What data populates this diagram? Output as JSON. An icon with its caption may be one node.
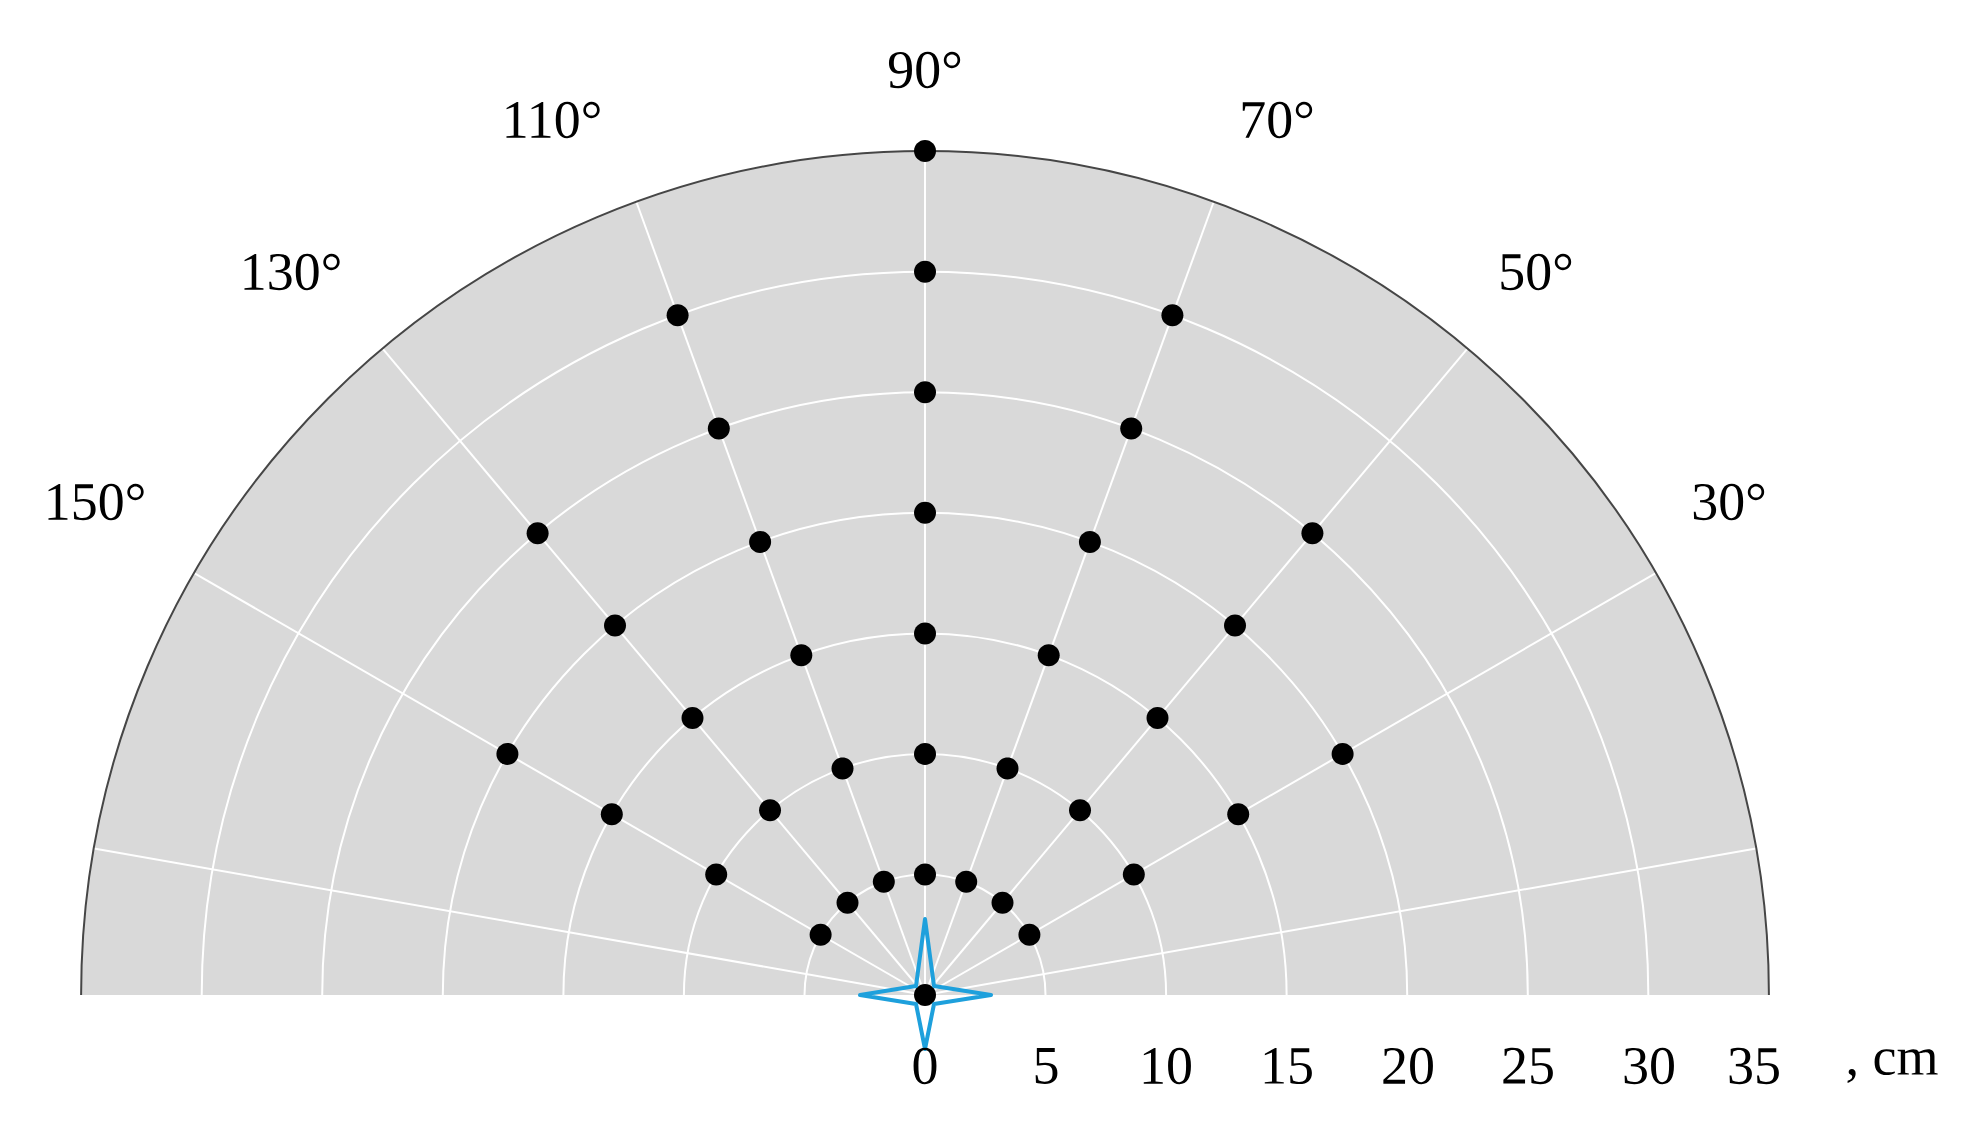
{
  "diagram": {
    "labels": [
      "90°",
      "110°",
      "70°",
      "130°",
      "50°",
      "150°",
      "30°",
      "0",
      "5",
      "10",
      "15",
      "20",
      "25",
      "30",
      "35",
      ", cm"
    ]
  }
}
